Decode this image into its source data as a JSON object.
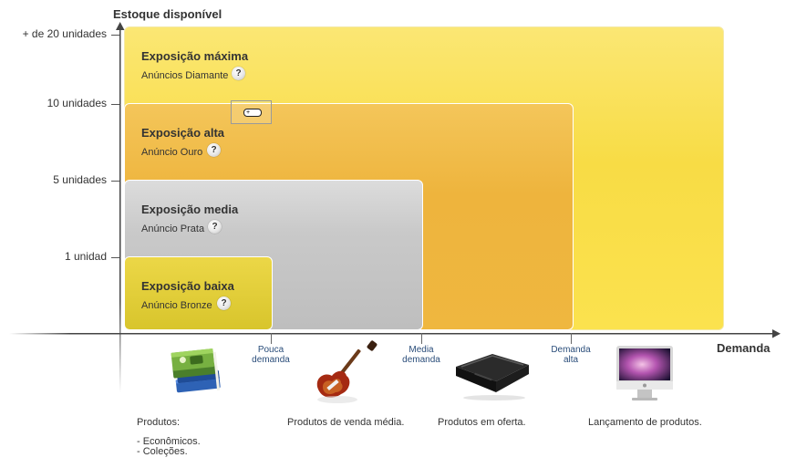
{
  "axes": {
    "y_title": "Estoque disponível",
    "x_title": "Demanda",
    "y_ticks": [
      "+ de 20 unidades",
      "10 unidades",
      "5 unidades",
      "1 unidad"
    ],
    "x_marks": [
      {
        "line1": "Pouca",
        "line2": "demanda"
      },
      {
        "line1": "Media",
        "line2": "demanda"
      },
      {
        "line1": "Demanda",
        "line2": "alta"
      }
    ]
  },
  "tiers": [
    {
      "title": "Exposição máxima",
      "subtitle": "Anúncios Diamante",
      "help": "?"
    },
    {
      "title": "Exposição alta",
      "subtitle": "Anúncio Ouro",
      "help": "?"
    },
    {
      "title": "Exposição media",
      "subtitle": "Anúncio Prata",
      "help": "?"
    },
    {
      "title": "Exposição baixa",
      "subtitle": "Anúncio Bronze",
      "help": "?"
    }
  ],
  "products": {
    "books": {
      "title": "Produtos:",
      "items": [
        "- Econômicos.",
        "- Coleções."
      ]
    },
    "guitar": {
      "title": "Produtos de venda média."
    },
    "console": {
      "title": "Produtos em oferta."
    },
    "computer": {
      "title": "Lançamento de produtos."
    }
  },
  "icons": [
    "books-icon",
    "guitar-icon",
    "game-console-icon",
    "computer-icon"
  ],
  "colors": {
    "diamante": "#f9e04d",
    "ouro": "#efb83f",
    "prata": "#c5c5c5",
    "bronze": "#d9c52e"
  }
}
